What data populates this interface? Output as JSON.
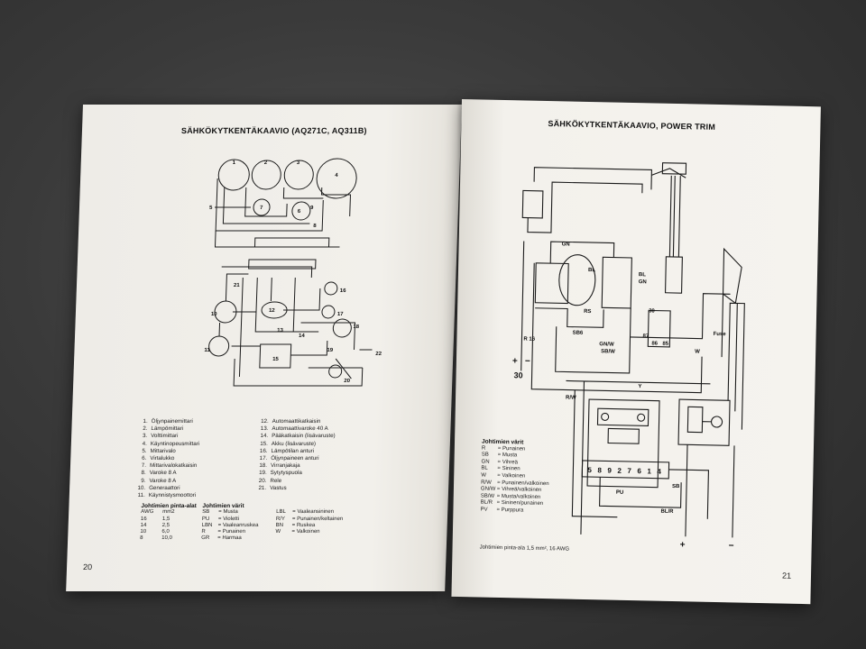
{
  "left_page": {
    "title": "SÄHKÖKYTKENTÄKAAVIO (AQ271C, AQ311B)",
    "page_number": "20",
    "legend_col1": [
      {
        "n": "1.",
        "t": "Öljynpainemittari"
      },
      {
        "n": "2.",
        "t": "Lämpömittari"
      },
      {
        "n": "3.",
        "t": "Volttimittari"
      },
      {
        "n": "4.",
        "t": "Käyntinopeusmittari"
      },
      {
        "n": "5.",
        "t": "Mittarivalo"
      },
      {
        "n": "6.",
        "t": "Virtalukko"
      },
      {
        "n": "7.",
        "t": "Mittarivalokatkaisin"
      },
      {
        "n": "8.",
        "t": "Varoke 8 A"
      },
      {
        "n": "9.",
        "t": "Varoke 8 A"
      },
      {
        "n": "10.",
        "t": "Generaattori"
      },
      {
        "n": "11.",
        "t": "Käynnistysmoottori"
      }
    ],
    "legend_col2": [
      {
        "n": "12.",
        "t": "Automaattikatkaisin"
      },
      {
        "n": "13.",
        "t": "Automaattivaroke 40 A"
      },
      {
        "n": "14.",
        "t": "Pääkatkaisin (lisävaruste)"
      },
      {
        "n": "15.",
        "t": "Akku (lisävaruste)"
      },
      {
        "n": "16.",
        "t": "Lämpötilan anturi"
      },
      {
        "n": "17.",
        "t": "Öljynpaineen anturi"
      },
      {
        "n": "18.",
        "t": "Virranjakaja"
      },
      {
        "n": "19.",
        "t": "Sytytyspuola"
      },
      {
        "n": "20.",
        "t": "Rele"
      },
      {
        "n": "21.",
        "t": "Vastus"
      }
    ],
    "wire_area_title": "Johtimien pinta-alat",
    "wire_area_header": [
      "AWG",
      "mm2"
    ],
    "wire_area_rows": [
      [
        "16",
        "1,5"
      ],
      [
        "14",
        "2,5"
      ],
      [
        "10",
        "6,0"
      ],
      [
        "8",
        "10,0"
      ]
    ],
    "wire_colors_title": "Johtimien värit",
    "wire_colors_rows": [
      [
        "SB",
        "= Musta",
        "LBL",
        "= Vaaleansininen"
      ],
      [
        "PU",
        "= Violetti",
        "R/Y",
        "= Punainen/keltainen"
      ],
      [
        "LBN",
        "= Vaaleanruskea",
        "BN",
        "= Ruskea"
      ],
      [
        "R",
        "= Punainen",
        "W",
        "= Valkoinen"
      ],
      [
        "GR",
        "= Harmaa",
        "",
        ""
      ]
    ],
    "diagram_labels": [
      "1",
      "2",
      "3",
      "4",
      "5",
      "6",
      "7",
      "8",
      "9",
      "10",
      "11",
      "12",
      "13",
      "14",
      "15",
      "16",
      "17",
      "18",
      "19",
      "20",
      "21",
      "22"
    ]
  },
  "right_page": {
    "title": "SÄHKÖKYTKENTÄKAAVIO, POWER TRIM",
    "page_number": "21",
    "wire_colors_title": "Johtimien värit",
    "wire_colors_rows": [
      [
        "R",
        "= Punainen"
      ],
      [
        "SB",
        "= Musta"
      ],
      [
        "GN",
        "= Vihreä"
      ],
      [
        "BL",
        "= Sininen"
      ],
      [
        "W",
        "= Valkoinen"
      ],
      [
        "R/W",
        "= Punainen/valkoinen"
      ],
      [
        "GN/W",
        "= Vihreä/valkoinen"
      ],
      [
        "SB/W",
        "= Musta/valkoinen"
      ],
      [
        "BL/R",
        "= Sininen/punainen"
      ],
      [
        "PV",
        "= Purppura"
      ]
    ],
    "wire_area_note": "Johtimien pinta-ala 1,5 mm², 16 AWG",
    "terminal_numbers": [
      "5",
      "8",
      "9",
      "2",
      "7",
      "6",
      "1",
      "4"
    ],
    "diagram_labels": {
      "gn": "GN",
      "bl": "BL",
      "rs": "RS",
      "sb6": "SB6",
      "gnw": "GN/W",
      "sbw": "SB/W",
      "rw": "R/W",
      "r16": "R 16",
      "plus": "+",
      "minus": "−",
      "thirty": "30",
      "fuse": "Fuse",
      "w": "W",
      "sb": "SB",
      "pu": "PU",
      "blr": "BL/R",
      "y": "Y",
      "n30": "30",
      "n87": "87",
      "n86": "86",
      "n85": "85"
    }
  }
}
